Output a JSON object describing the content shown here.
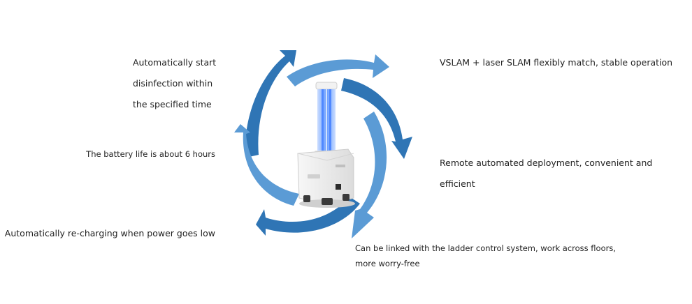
{
  "features": {
    "auto_start": {
      "lines": [
        "Automatically start",
        "disinfection within",
        "the specified time"
      ]
    },
    "vslam": {
      "lines": [
        "VSLAM + laser SLAM flexibly match, stable operation"
      ]
    },
    "battery": {
      "lines": [
        "The battery life is about 6 hours"
      ]
    },
    "remote": {
      "lines": [
        "Remote automated deployment, convenient and",
        "efficient"
      ]
    },
    "recharge": {
      "lines": [
        "Automatically re-charging when power goes low"
      ]
    },
    "ladder": {
      "lines": [
        "Can be linked with the ladder control system, work across floors,",
        "more worry-free"
      ]
    }
  },
  "colors": {
    "arrow_dark": "#2f75b5",
    "arrow_light": "#5b9bd5",
    "robot_body": "#ececec",
    "uv_light": "#6fa8ff"
  }
}
